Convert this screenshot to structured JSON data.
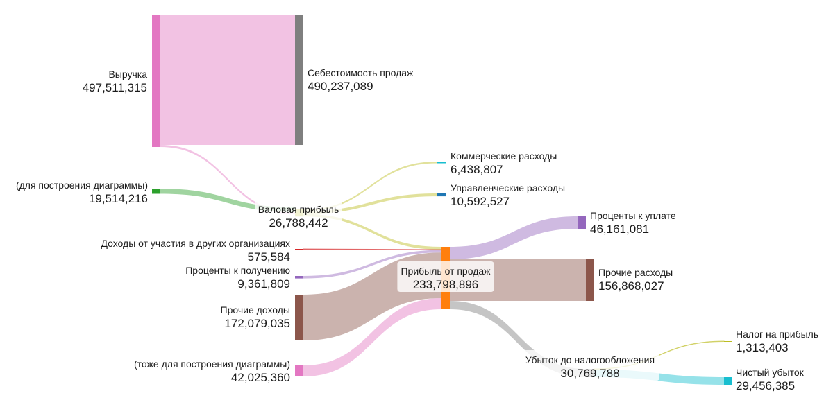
{
  "chart_data": {
    "type": "sankey",
    "nodes": [
      {
        "id": "revenue",
        "name": "Выручка",
        "value": "497,511,315",
        "color": "#e377c2"
      },
      {
        "id": "cogs",
        "name": "Себестоимость продаж",
        "value": "490,237,089",
        "color": "#7f7f7f"
      },
      {
        "id": "helper1",
        "name": "(для построения диаграммы)",
        "value": "19,514,216",
        "color": "#2ca02c"
      },
      {
        "id": "gross",
        "name": "Валовая прибыль",
        "value": "26,788,442",
        "color": "#bcbd22"
      },
      {
        "id": "commercial",
        "name": "Коммерческие расходы",
        "value": "6,438,807",
        "color": "#17becf"
      },
      {
        "id": "admin",
        "name": "Управленческие расходы",
        "value": "10,592,527",
        "color": "#1f77b4"
      },
      {
        "id": "participation",
        "name": "Доходы от участия в других организациях",
        "value": "575,584",
        "color": "#d62728"
      },
      {
        "id": "interest_in",
        "name": "Проценты к получению",
        "value": "9,361,809",
        "color": "#9467bd"
      },
      {
        "id": "other_income",
        "name": "Прочие доходы",
        "value": "172,079,035",
        "color": "#8c564b"
      },
      {
        "id": "helper2",
        "name": "(тоже для построения диаграммы)",
        "value": "42,025,360",
        "color": "#e377c2"
      },
      {
        "id": "sales_profit",
        "name": "Прибыль от продаж",
        "value": "233,798,896",
        "color": "#ff7f0e"
      },
      {
        "id": "interest_out",
        "name": "Проценты к уплате",
        "value": "46,161,081",
        "color": "#9467bd"
      },
      {
        "id": "other_exp",
        "name": "Прочие расходы",
        "value": "156,868,027",
        "color": "#8c564b"
      },
      {
        "id": "pretax_loss",
        "name": "Убыток до налогообложения",
        "value": "30,769,788",
        "color": "#7f7f7f"
      },
      {
        "id": "tax",
        "name": "Налог на прибыль",
        "value": "1,313,403",
        "color": "#bcbd22"
      },
      {
        "id": "net_loss",
        "name": "Чистый убыток",
        "value": "29,456,385",
        "color": "#17becf"
      }
    ],
    "links": [
      {
        "source": "revenue",
        "target": "cogs",
        "value": 490237089
      },
      {
        "source": "revenue",
        "target": "gross",
        "value": 7274226
      },
      {
        "source": "helper1",
        "target": "gross",
        "value": 19514216
      },
      {
        "source": "gross",
        "target": "commercial",
        "value": 6438807
      },
      {
        "source": "gross",
        "target": "admin",
        "value": 10592527
      },
      {
        "source": "gross",
        "target": "sales_profit",
        "value": 9757108
      },
      {
        "source": "participation",
        "target": "sales_profit",
        "value": 575584
      },
      {
        "source": "interest_in",
        "target": "sales_profit",
        "value": 9361809
      },
      {
        "source": "other_income",
        "target": "sales_profit",
        "value": 172079035
      },
      {
        "source": "helper2",
        "target": "sales_profit",
        "value": 42025360
      },
      {
        "source": "sales_profit",
        "target": "interest_out",
        "value": 46161081
      },
      {
        "source": "sales_profit",
        "target": "other_exp",
        "value": 156868027
      },
      {
        "source": "sales_profit",
        "target": "pretax_loss",
        "value": 30769788
      },
      {
        "source": "pretax_loss",
        "target": "tax",
        "value": 1313403
      },
      {
        "source": "pretax_loss",
        "target": "net_loss",
        "value": 29456385
      }
    ]
  }
}
